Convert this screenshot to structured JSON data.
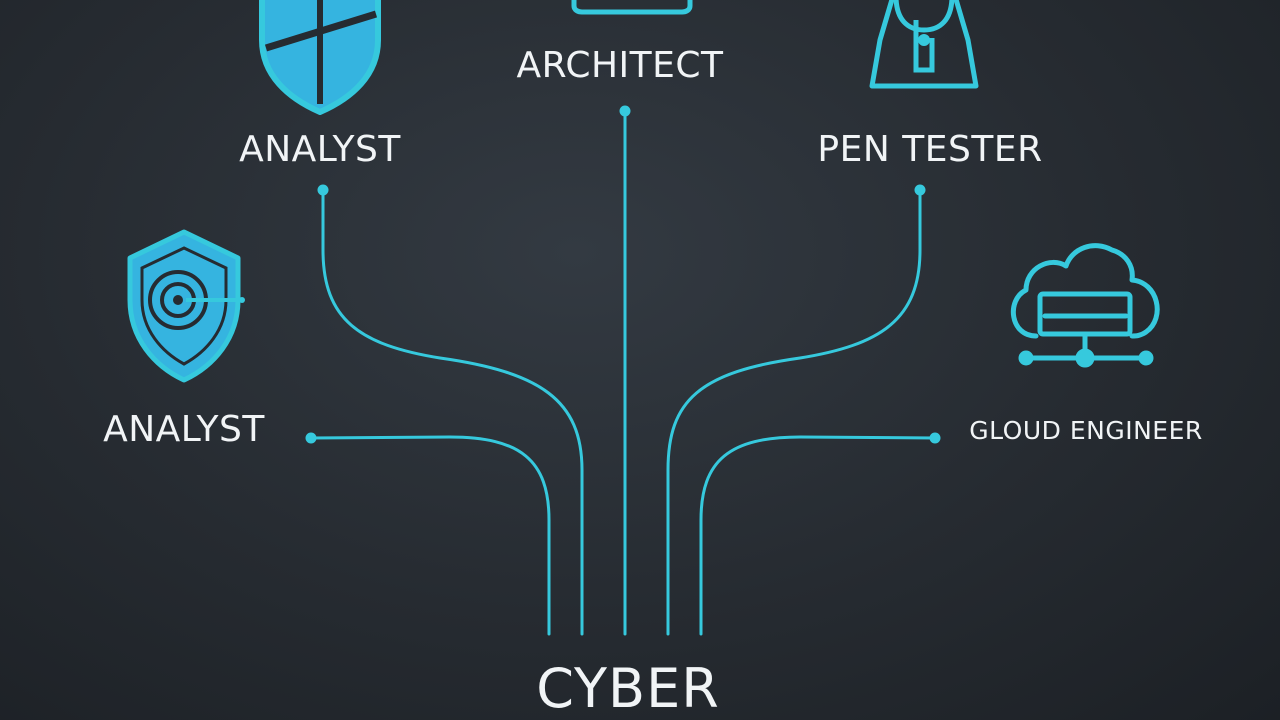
{
  "diagram": {
    "roles": {
      "analyst_top": "ANALYST",
      "architect": "ARCHITECT",
      "pen_tester": "PEN TESTER",
      "analyst_left": "ANALYST",
      "cloud_engineer": "GLOUD ENGINEER"
    },
    "root": "CYBER"
  },
  "icons": {
    "analyst_top": "shield-icon",
    "architect": "laptop-icon",
    "pen_tester": "keyhole-lock-icon",
    "analyst_left": "shield-target-icon",
    "cloud_engineer": "cloud-server-icon"
  },
  "colors": {
    "accent": "#36c9dd",
    "accent_fill": "#35b4e0",
    "text": "#f1f4f6",
    "background": "#282d33"
  }
}
